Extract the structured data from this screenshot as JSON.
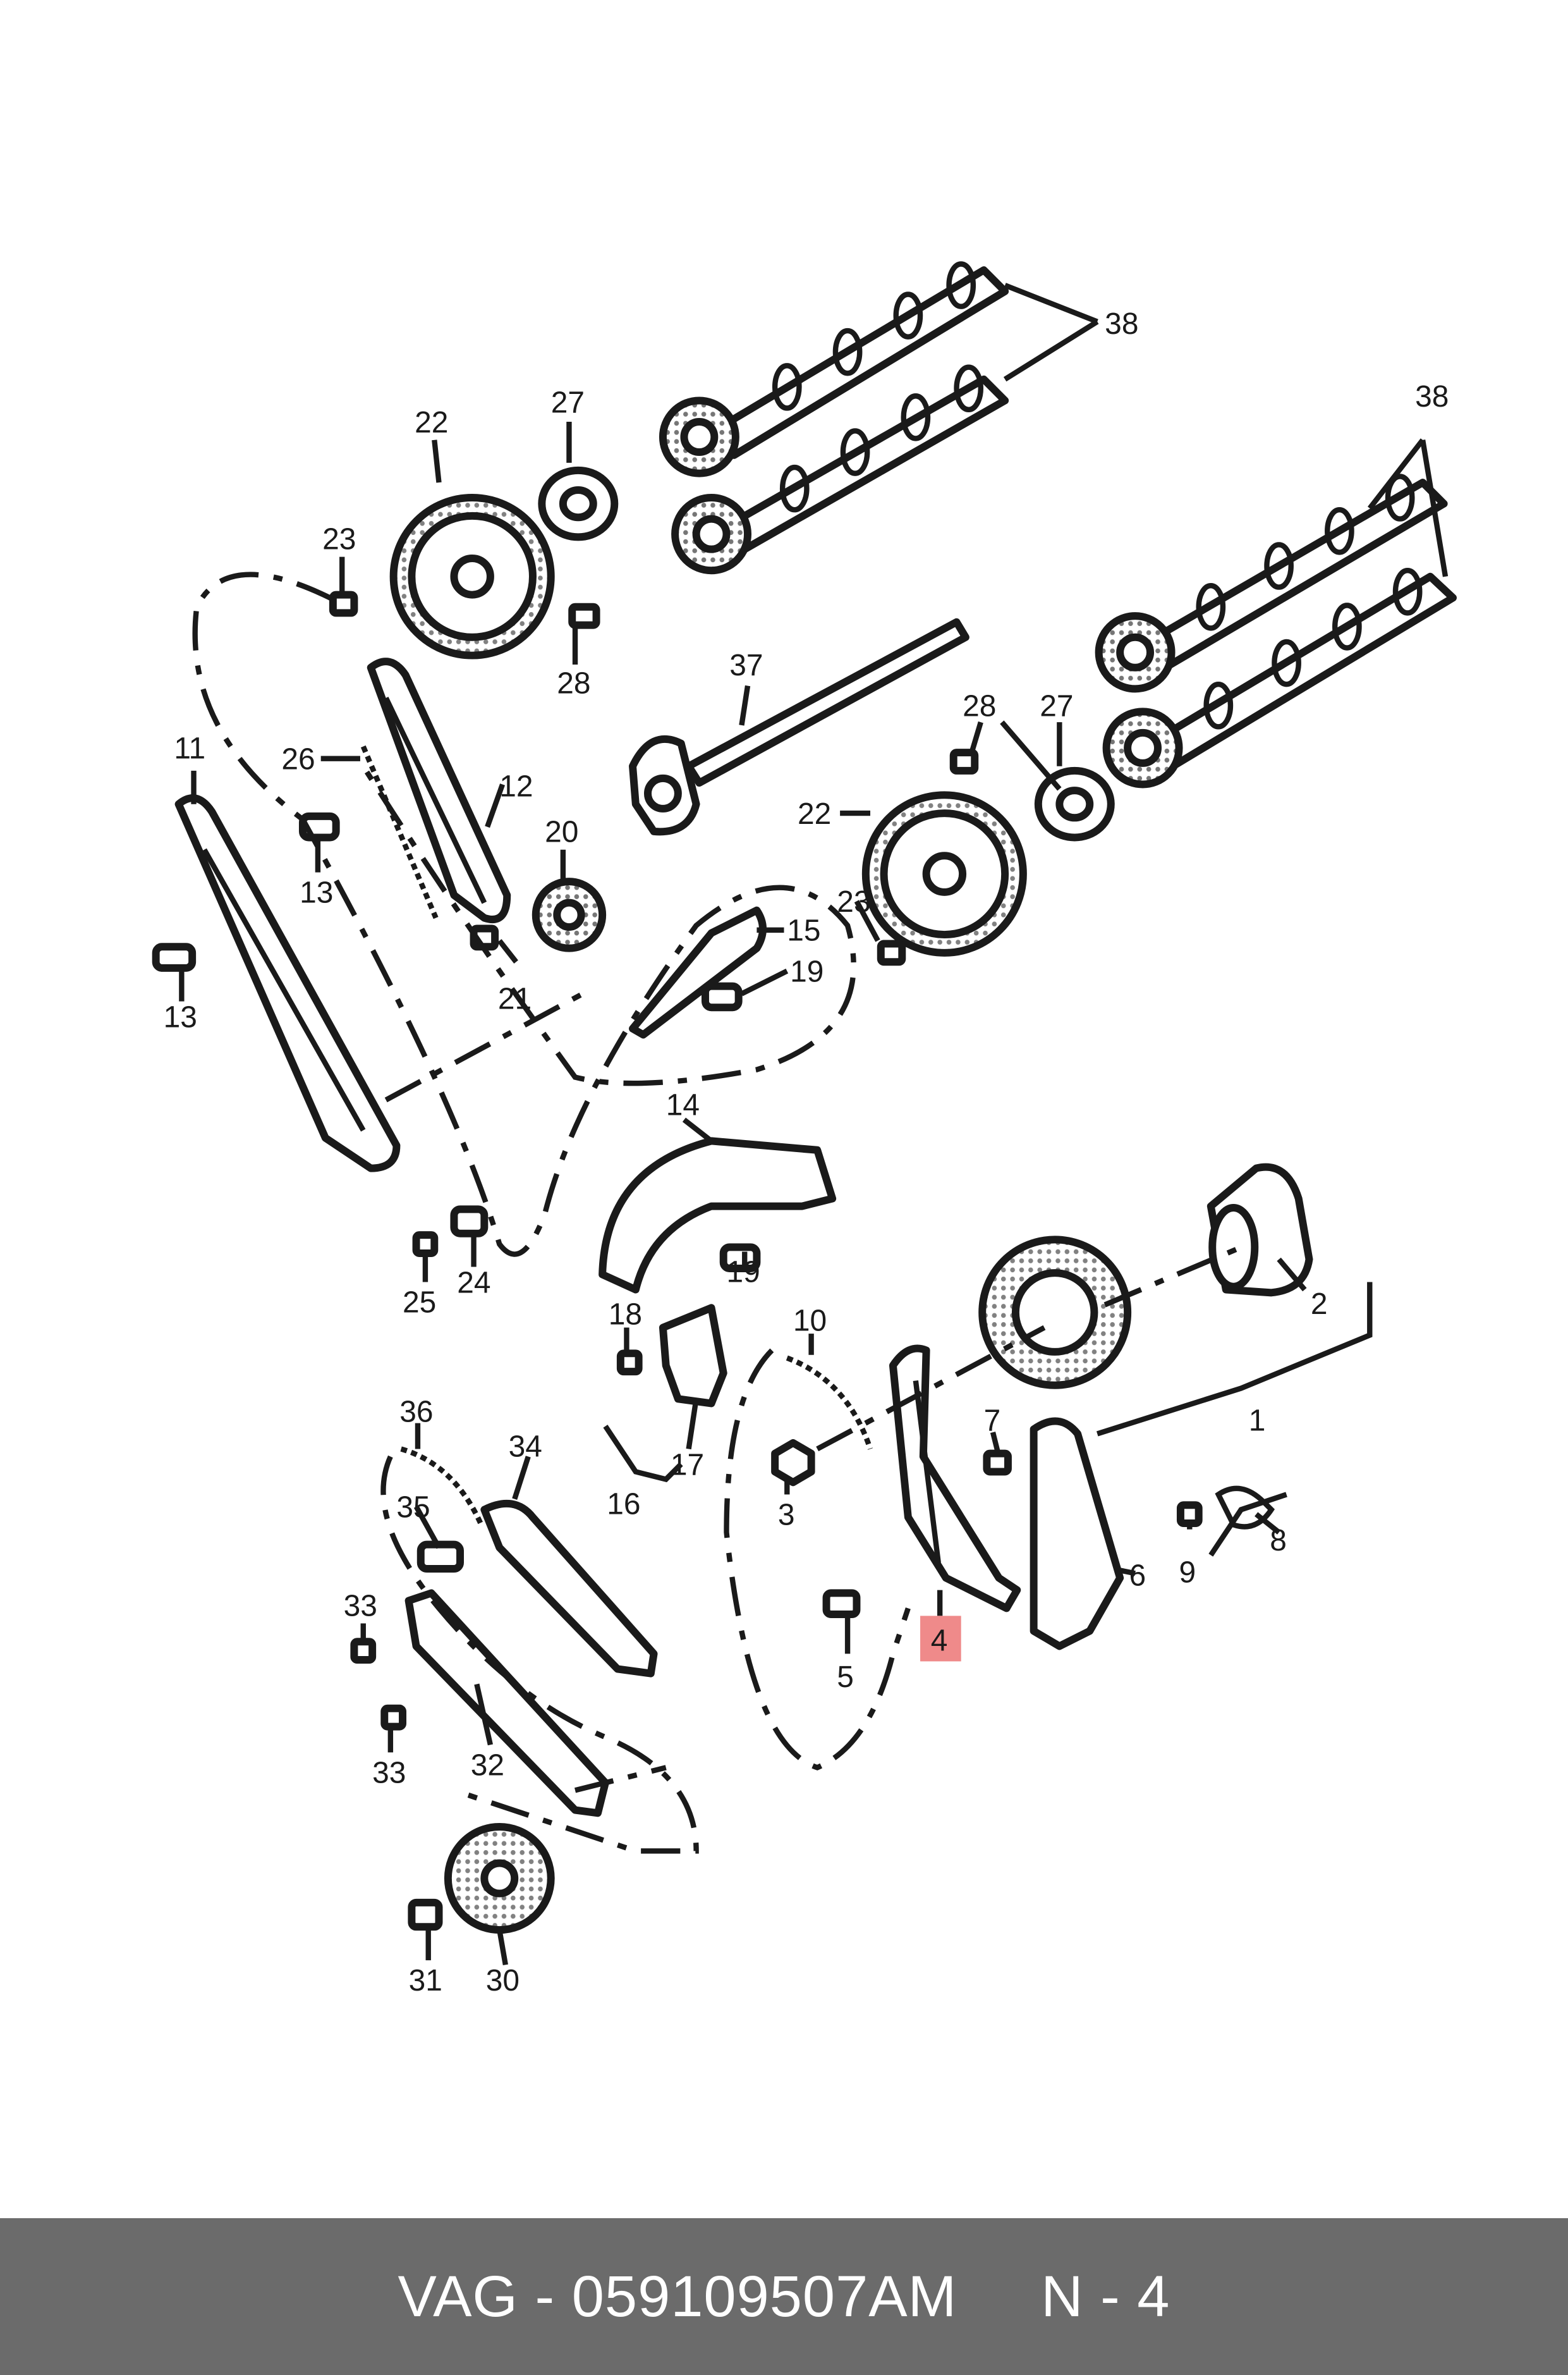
{
  "highlight_color": "#ef8a8a",
  "footer_bg": "#6b6b6b",
  "footer": {
    "brand": "VAG",
    "separator": " - ",
    "part_number": "059109507AM",
    "gap": "     ",
    "ref": "N - 4"
  },
  "callouts": [
    {
      "id": "c38a",
      "text": "38"
    },
    {
      "id": "c38b",
      "text": "38"
    },
    {
      "id": "c22a",
      "text": "22"
    },
    {
      "id": "c27a",
      "text": "27"
    },
    {
      "id": "c23a",
      "text": "23"
    },
    {
      "id": "c28a",
      "text": "28"
    },
    {
      "id": "c37",
      "text": "37"
    },
    {
      "id": "c28b",
      "text": "28"
    },
    {
      "id": "c27b",
      "text": "27"
    },
    {
      "id": "c11",
      "text": "11"
    },
    {
      "id": "c26",
      "text": "26"
    },
    {
      "id": "c12",
      "text": "12"
    },
    {
      "id": "c20",
      "text": "20"
    },
    {
      "id": "c22b",
      "text": "22"
    },
    {
      "id": "c13a",
      "text": "13"
    },
    {
      "id": "c23b",
      "text": "23"
    },
    {
      "id": "c15",
      "text": "15"
    },
    {
      "id": "c19a",
      "text": "19"
    },
    {
      "id": "c13b",
      "text": "13"
    },
    {
      "id": "c21",
      "text": "21"
    },
    {
      "id": "c14",
      "text": "14"
    },
    {
      "id": "c25",
      "text": "25"
    },
    {
      "id": "c24",
      "text": "24"
    },
    {
      "id": "c19b",
      "text": "19"
    },
    {
      "id": "c2",
      "text": "2"
    },
    {
      "id": "c18",
      "text": "18"
    },
    {
      "id": "c10",
      "text": "10"
    },
    {
      "id": "c1",
      "text": "1"
    },
    {
      "id": "c36",
      "text": "36"
    },
    {
      "id": "c34",
      "text": "34"
    },
    {
      "id": "c7",
      "text": "7"
    },
    {
      "id": "c17",
      "text": "17"
    },
    {
      "id": "c16",
      "text": "16"
    },
    {
      "id": "c3",
      "text": "3"
    },
    {
      "id": "c35",
      "text": "35"
    },
    {
      "id": "c9",
      "text": "9"
    },
    {
      "id": "c8",
      "text": "8"
    },
    {
      "id": "c6",
      "text": "6"
    },
    {
      "id": "c33a",
      "text": "33"
    },
    {
      "id": "c5",
      "text": "5"
    },
    {
      "id": "c4",
      "text": "4"
    },
    {
      "id": "c33b",
      "text": "33"
    },
    {
      "id": "c32",
      "text": "32"
    },
    {
      "id": "c31",
      "text": "31"
    },
    {
      "id": "c30",
      "text": "30"
    }
  ]
}
